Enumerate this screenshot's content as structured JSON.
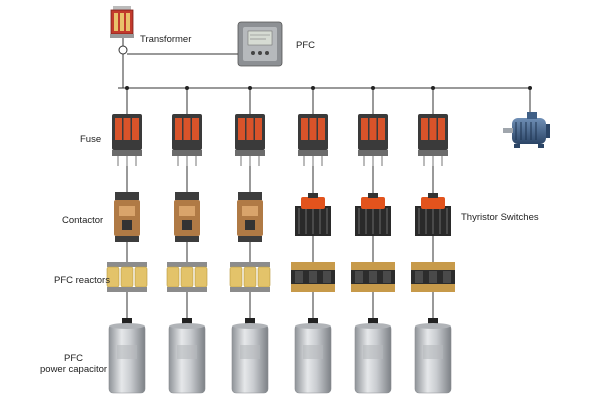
{
  "labels": {
    "transformer": "Transformer",
    "pfc": "PFC",
    "fuse": "Fuse",
    "contactor": "Contactor",
    "thyristor_switches": "Thyristor Switches",
    "pfc_reactors": "PFC reactors",
    "capacitor_line1": "PFC",
    "capacitor_line2": "power capacitor"
  },
  "branches": {
    "contactor_branches": 3,
    "thyristor_branches": 3
  },
  "colors": {
    "line": "#333333",
    "fuse_body": "#3a3a3a",
    "fuse_accent": "#d8532a",
    "contactor_body": "#b07a45",
    "thyristor_accent": "#e2531d",
    "reactor_coil": "#e3c36a",
    "reactor_frame": "#8c8c8c",
    "capacitor_body": "#c9ccd0",
    "motor_body": "#3f5f86"
  }
}
